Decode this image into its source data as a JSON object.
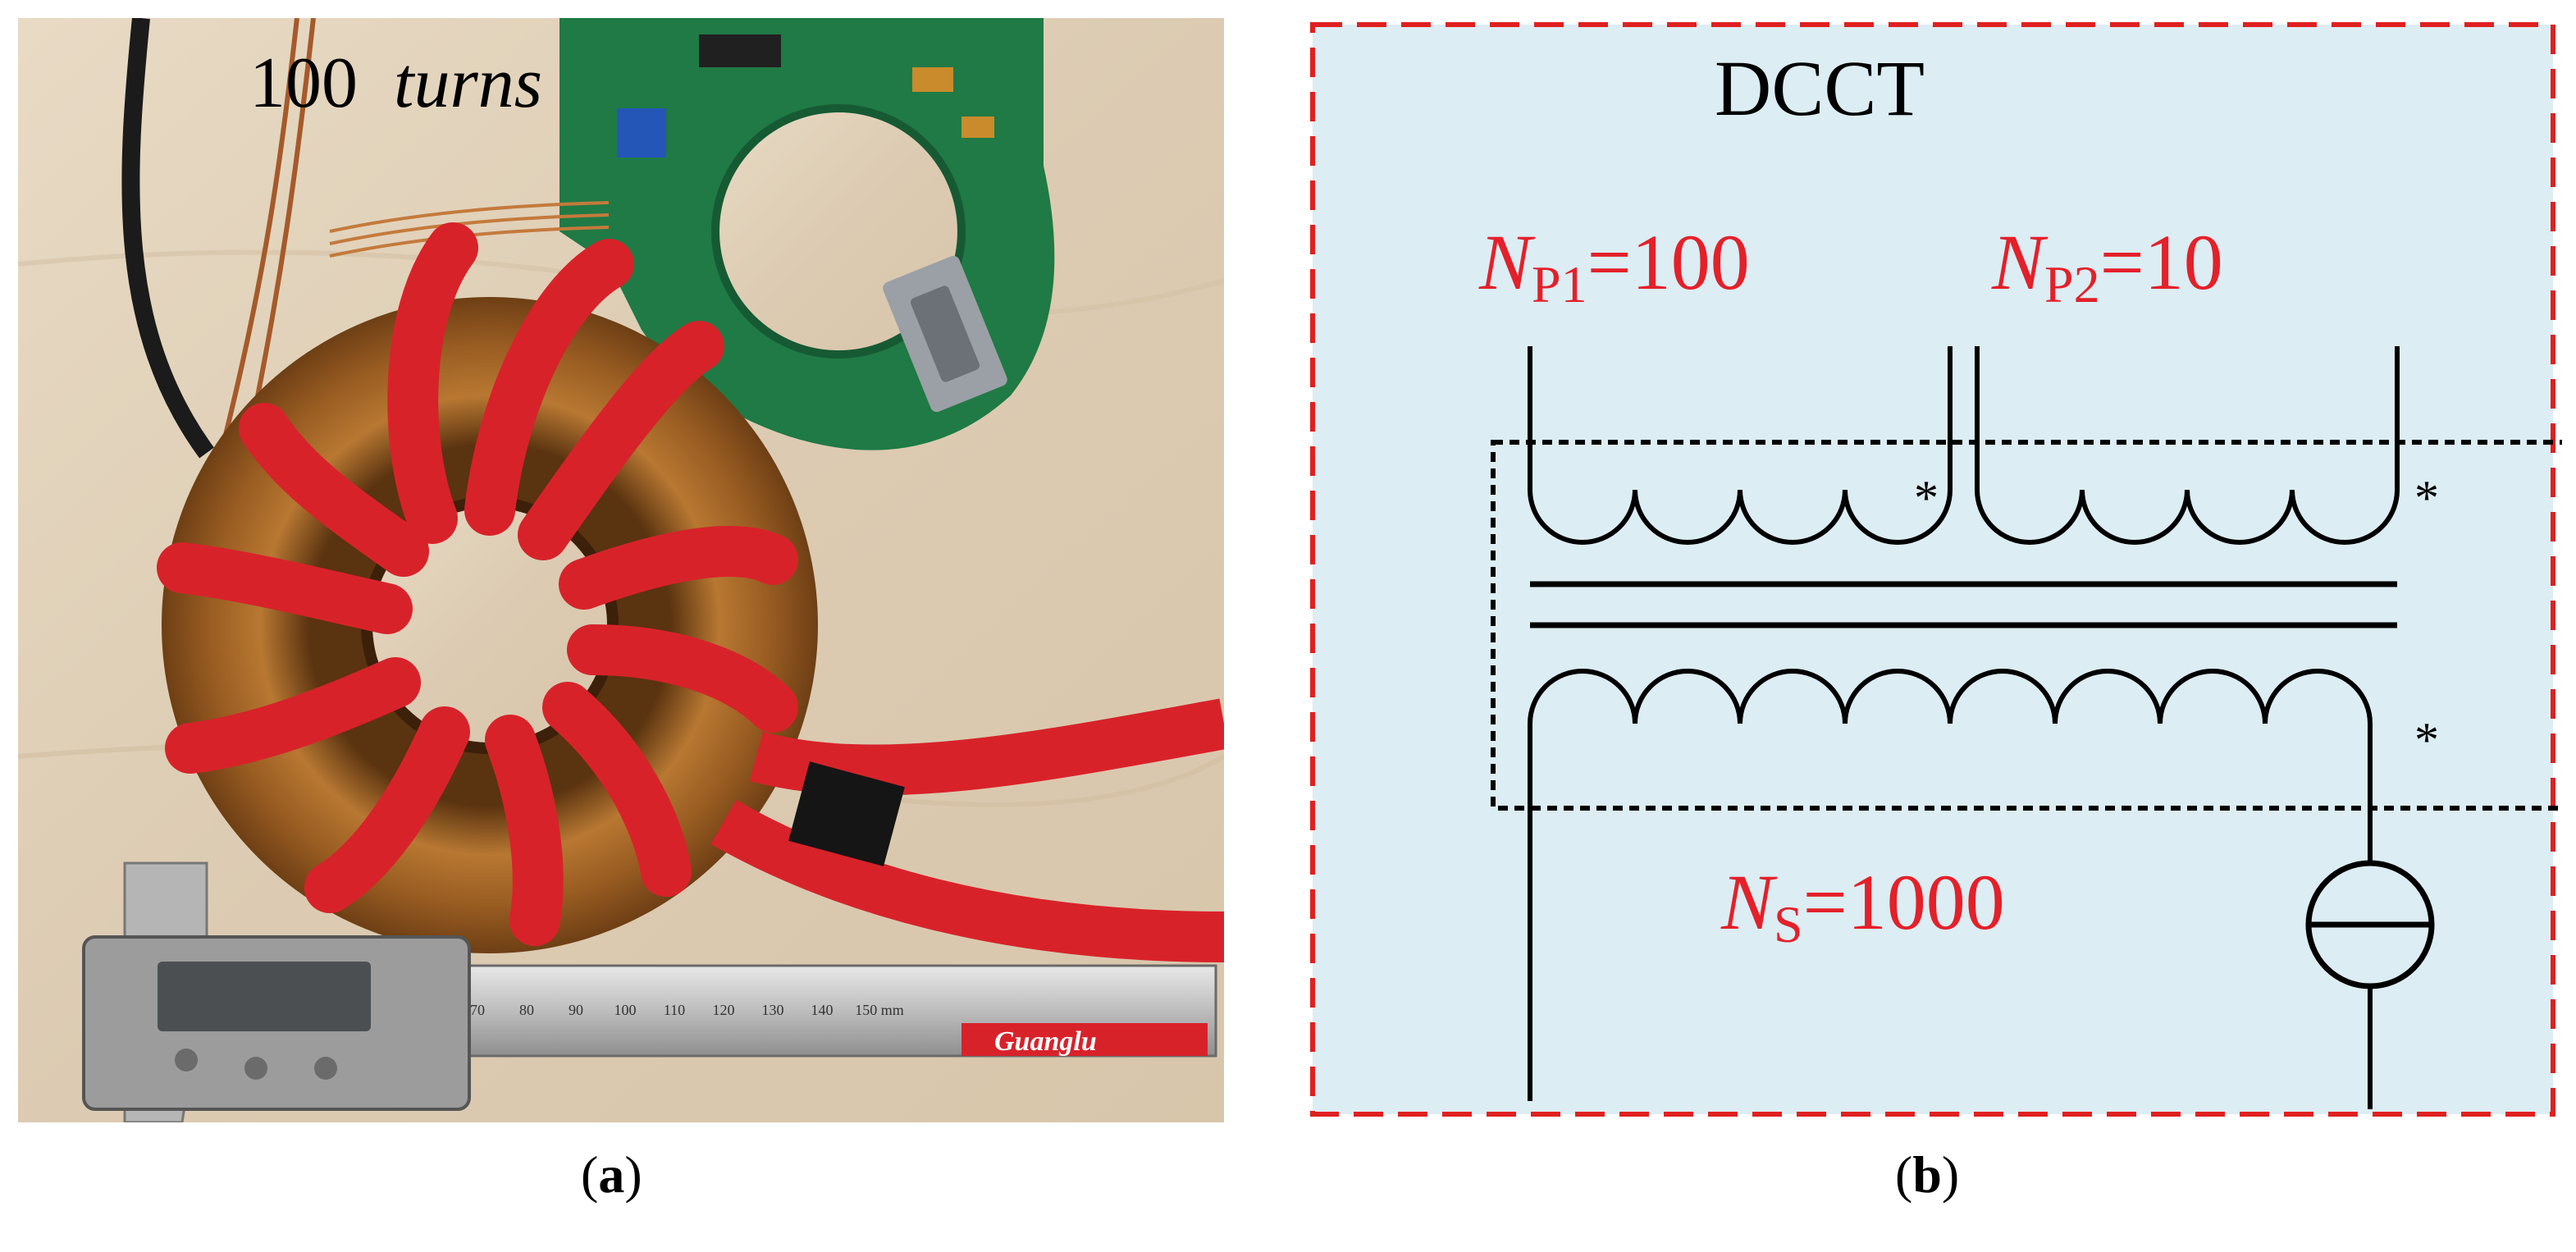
{
  "panel_a": {
    "annotation_number": "100",
    "annotation_word": "turns",
    "caliper_brand": "Guanglu",
    "scale_ticks": [
      "70",
      "80",
      "90",
      "100",
      "110",
      "120",
      "130",
      "140",
      "150 mm"
    ],
    "caption_letter": "a"
  },
  "panel_b": {
    "title": "DCCT",
    "np1": {
      "symbol": "N",
      "subscript": "P1",
      "value": "=100"
    },
    "np2": {
      "symbol": "N",
      "subscript": "P2",
      "value": "=10"
    },
    "ns": {
      "symbol": "N",
      "subscript": "S",
      "value": "=1000"
    },
    "dot_marks": [
      "*",
      "*",
      "*"
    ],
    "caption_letter": "b"
  },
  "colors": {
    "label_red": "#e4202a",
    "frame_red": "#e02020",
    "panel_bg": "#dcedf3",
    "cable_red": "#d8222a",
    "copper": "#a8692a",
    "pcb_green": "#1f7a45",
    "wood": "#e2d3bc"
  }
}
